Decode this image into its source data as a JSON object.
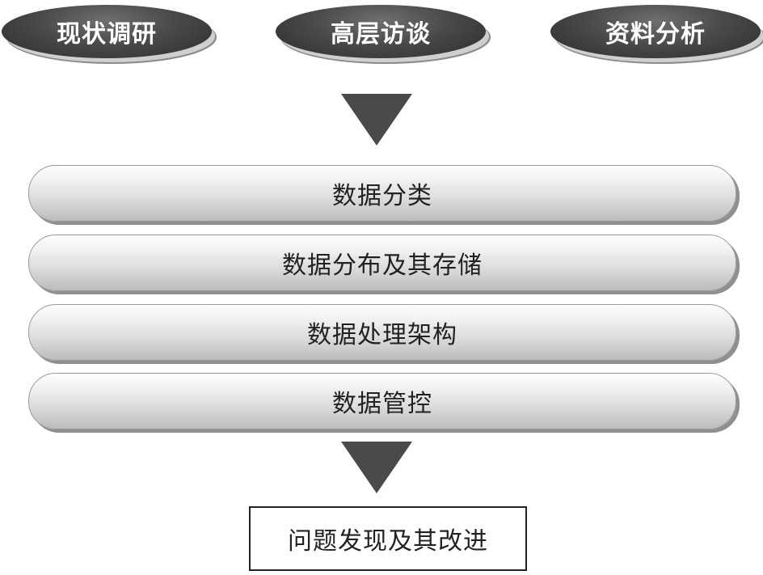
{
  "inputs": [
    {
      "label": "现状调研"
    },
    {
      "label": "高层访谈"
    },
    {
      "label": "资料分析"
    }
  ],
  "stages": [
    {
      "label": "数据分类"
    },
    {
      "label": "数据分布及其存储"
    },
    {
      "label": "数据处理架构"
    },
    {
      "label": "数据管控"
    }
  ],
  "output": {
    "label": "问题发现及其改进"
  },
  "colors": {
    "oval_fill": "#4a4a4a",
    "arrow_fill": "#4a4a4a",
    "bar_fill": "#e6e6e6",
    "box_border": "#222222",
    "text_dark": "#222222",
    "text_light": "#ffffff"
  }
}
